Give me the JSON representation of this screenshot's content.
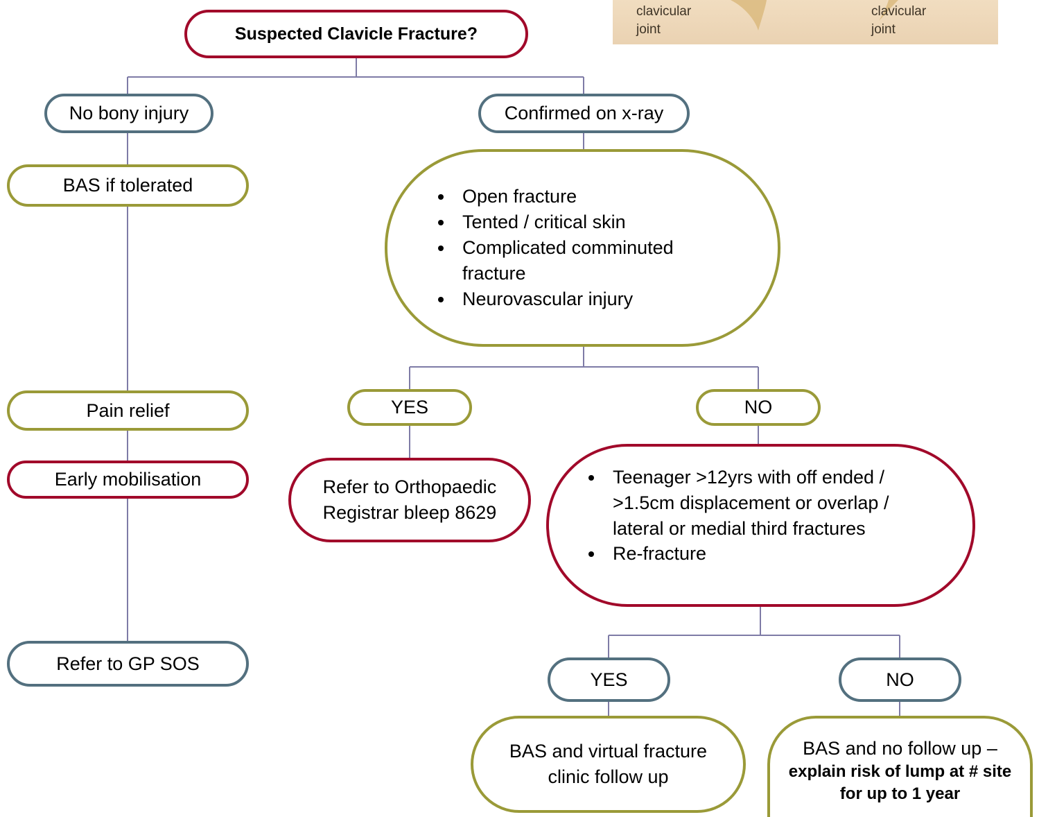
{
  "colors": {
    "red": "#a1092a",
    "blue": "#53707f",
    "olive": "#9a9a38",
    "connector": "#7e7ba6"
  },
  "image_inset": {
    "label_left": [
      "clavicular",
      "joint"
    ],
    "label_right": [
      "clavicular",
      "joint"
    ]
  },
  "nodes": {
    "root": "Suspected Clavicle Fracture?",
    "no_bony_injury": "No bony injury",
    "bas_if_tolerated": "BAS if tolerated",
    "pain_relief": "Pain relief",
    "early_mobilisation": "Early mobilisation",
    "refer_gp": "Refer to GP SOS",
    "confirmed_xray": "Confirmed on x-ray",
    "criteria_1": [
      "Open fracture",
      "Tented / critical skin",
      "Complicated comminuted fracture",
      "Neurovascular injury"
    ],
    "yes_1": "YES",
    "no_1": "NO",
    "refer_ortho": "Refer to Orthopaedic Registrar bleep 8629",
    "criteria_2": [
      "Teenager >12yrs with off ended / >1.5cm displacement or overlap / lateral or medial third fractures",
      "Re-fracture"
    ],
    "yes_2": "YES",
    "no_2": "NO",
    "bas_virtual": "BAS and virtual fracture clinic follow up",
    "bas_no_follow": "BAS and no follow up –",
    "bas_no_follow_bold": "explain risk of lump at # site for up to 1 year"
  }
}
